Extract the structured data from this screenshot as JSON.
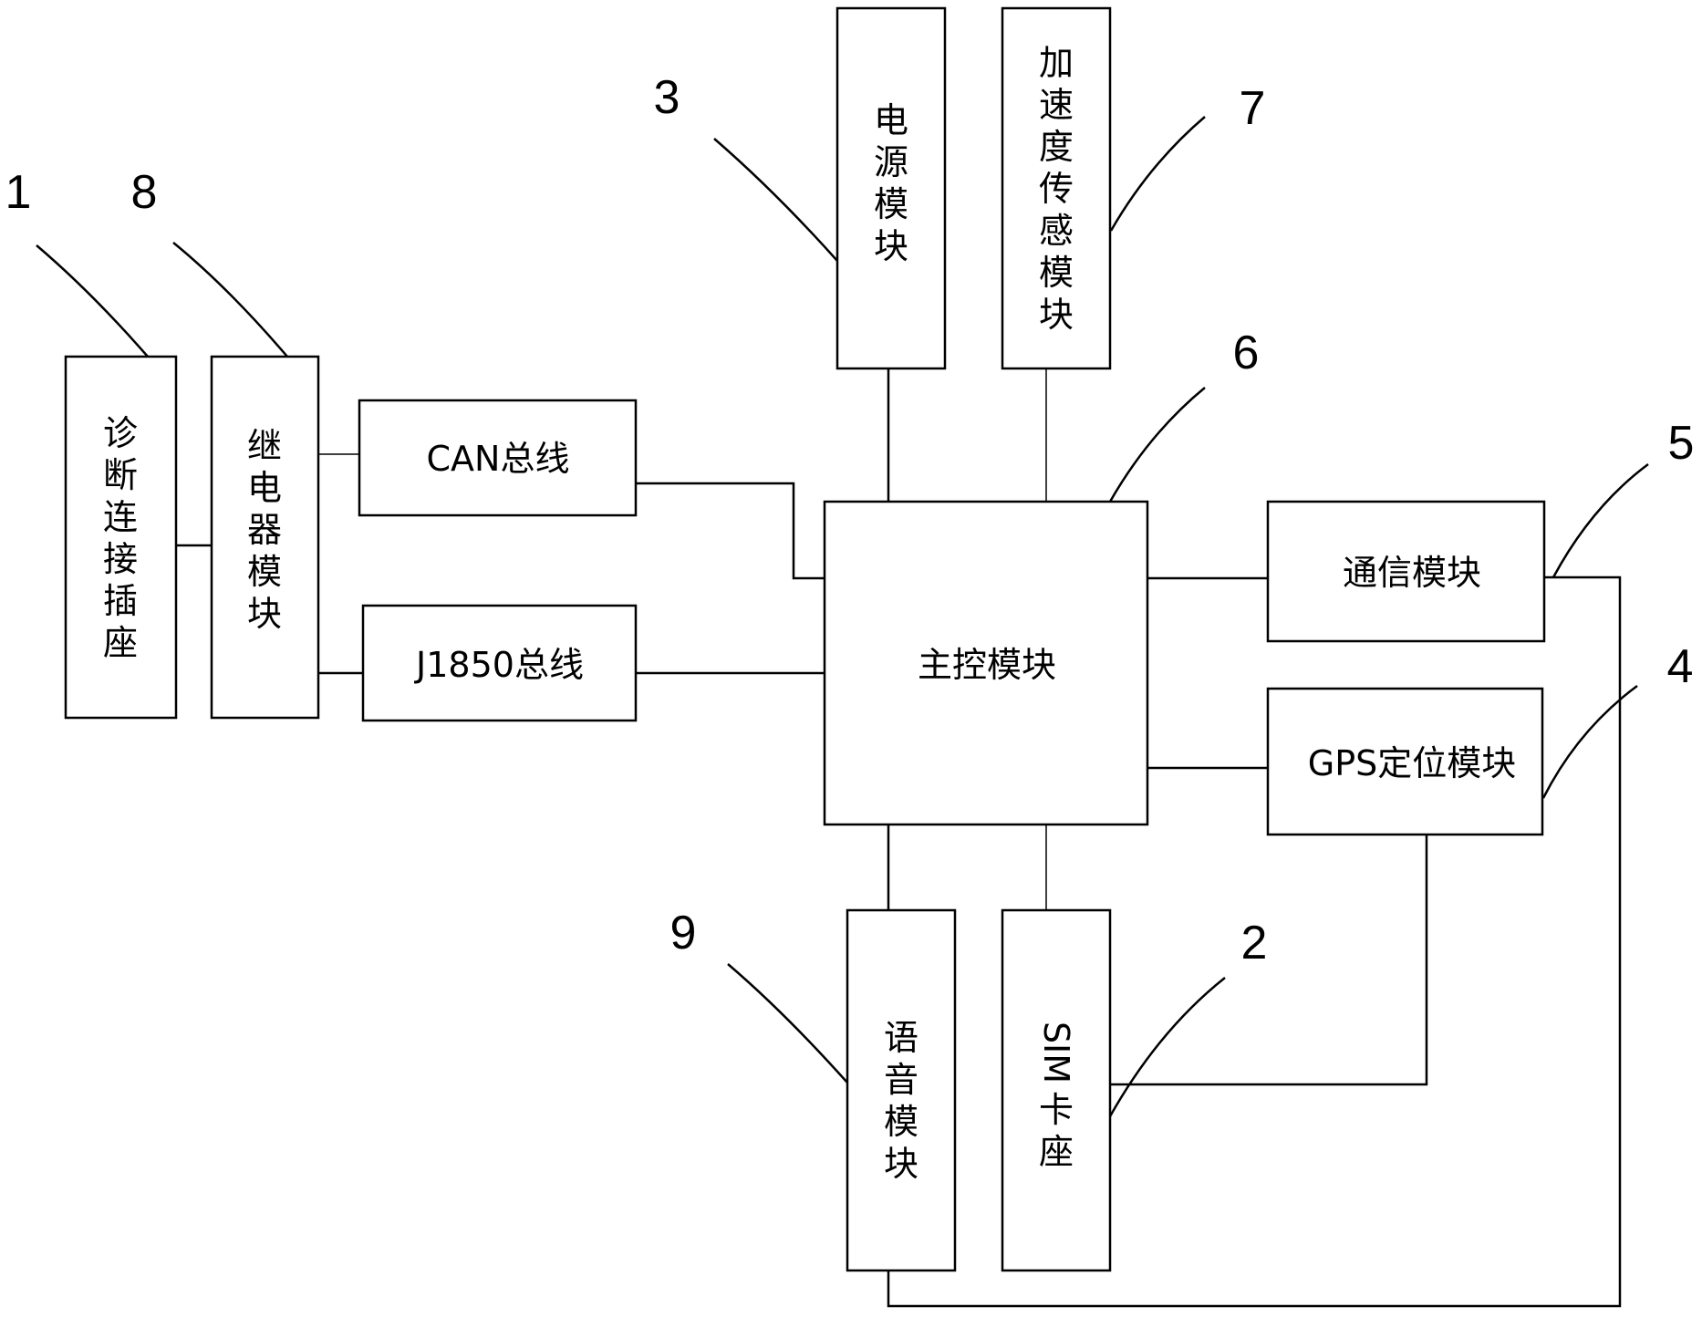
{
  "diagram": {
    "type": "block-diagram",
    "modules": {
      "diag_socket": {
        "label": "诊断连接插座",
        "ref": "1"
      },
      "sim_socket": {
        "label": "SIM卡座",
        "ref": "2"
      },
      "power": {
        "label": "电源模块",
        "ref": "3"
      },
      "gps": {
        "label": "GPS定位模块",
        "ref": "4"
      },
      "comm": {
        "label": "通信模块",
        "ref": "5"
      },
      "main": {
        "label": "主控模块",
        "ref": "6"
      },
      "accel": {
        "label": "加速度传感模块",
        "ref": "7"
      },
      "relay": {
        "label": "继电器模块",
        "ref": "8"
      },
      "voice": {
        "label": "语音模块",
        "ref": "9"
      },
      "can_bus": {
        "label": "CAN总线"
      },
      "j1850_bus": {
        "label": "J1850总线"
      }
    },
    "connections": [
      [
        "diag_socket",
        "relay"
      ],
      [
        "relay",
        "can_bus"
      ],
      [
        "relay",
        "j1850_bus"
      ],
      [
        "can_bus",
        "main"
      ],
      [
        "j1850_bus",
        "main"
      ],
      [
        "power",
        "main"
      ],
      [
        "accel",
        "main"
      ],
      [
        "main",
        "comm"
      ],
      [
        "main",
        "gps"
      ],
      [
        "main",
        "voice"
      ],
      [
        "main",
        "sim_socket"
      ],
      [
        "gps",
        "sim_socket"
      ],
      [
        "comm",
        "voice"
      ]
    ]
  }
}
